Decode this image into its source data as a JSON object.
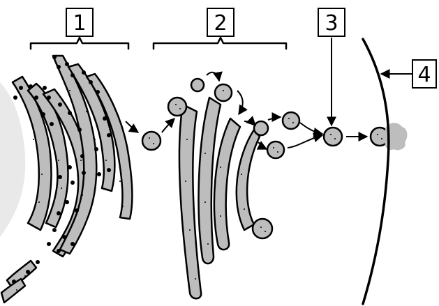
{
  "labels": {
    "one": "1",
    "two": "2",
    "three": "3",
    "four": "4"
  },
  "colors": {
    "organelle_fill": "#bdbdbd",
    "outline": "#000000",
    "nucleus": "#e9e9e9"
  }
}
